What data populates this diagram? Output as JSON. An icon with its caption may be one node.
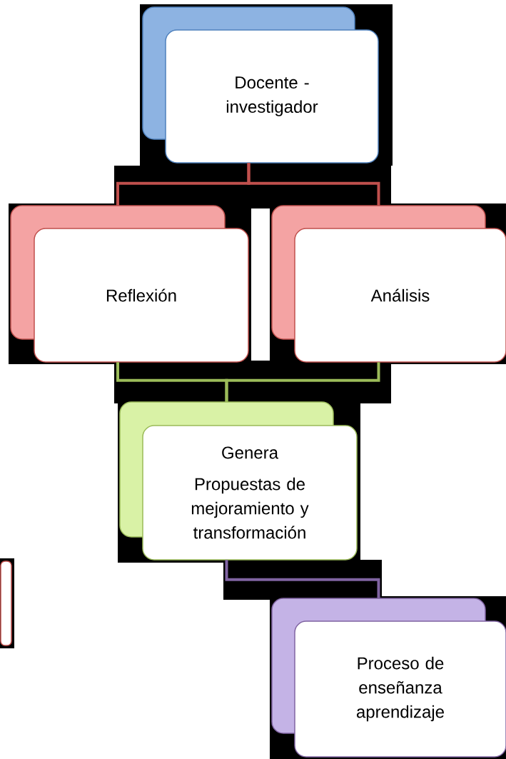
{
  "diagram": {
    "nodes": [
      {
        "text": [
          "Docente - investigador"
        ]
      },
      {
        "text": [
          "Reflexión"
        ]
      },
      {
        "text": [
          "Análisis"
        ]
      },
      {
        "text": [
          "Genera",
          "Propuestas de mejoramiento y transformación"
        ]
      },
      {
        "text": [
          "Proceso de enseñanza aprendizaje"
        ]
      },
      {
        "text": [],
        "shape": "box"
      }
    ],
    "edges": [
      {
        "from": 0,
        "to": 1,
        "arrow": "none",
        "color": "#c0504d"
      },
      {
        "from": 0,
        "to": 2,
        "arrow": "none",
        "color": "#c0504d"
      },
      {
        "from": 1,
        "to": 3,
        "arrow": "none",
        "color": "#9bbb59"
      },
      {
        "from": 2,
        "to": 3,
        "arrow": "none",
        "color": "#9bbb59"
      },
      {
        "from": 3,
        "to": 4,
        "arrow": "none",
        "color": "#8064a2"
      }
    ]
  }
}
